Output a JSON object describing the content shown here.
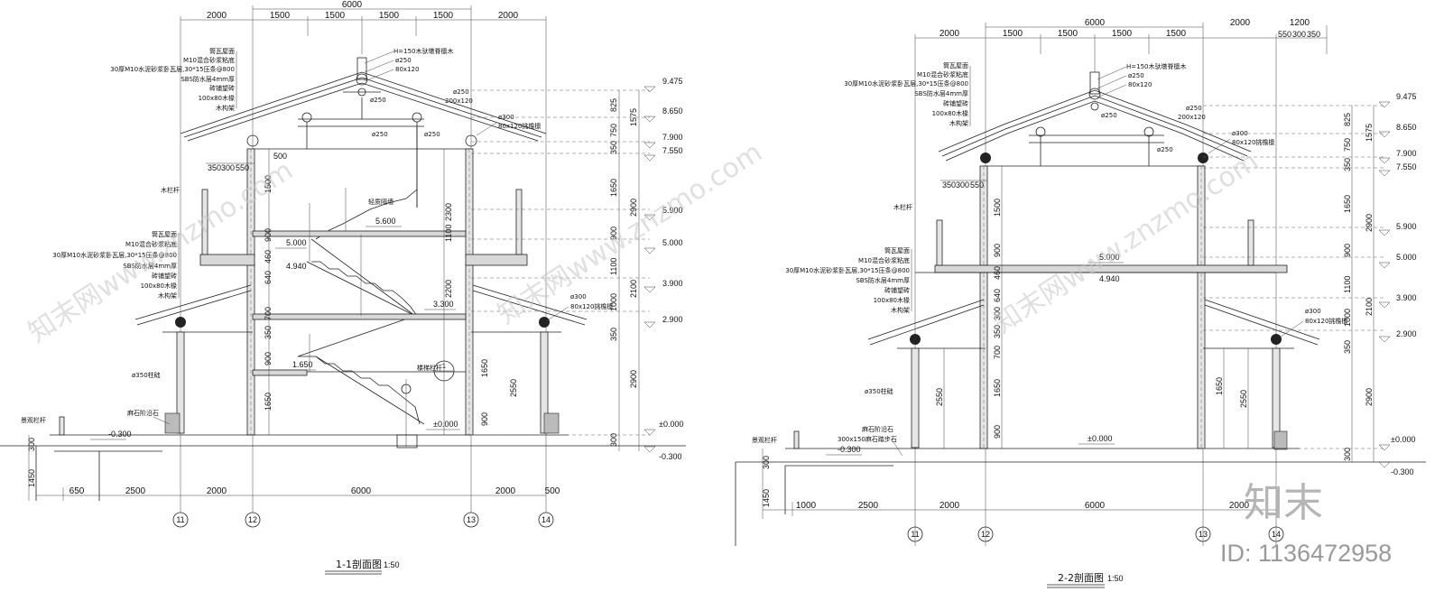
{
  "left": {
    "top_overall": "6000",
    "top_dims": [
      "2000",
      "1500",
      "1500",
      "1500",
      "1500",
      "2000"
    ],
    "roof_notes": [
      "筒瓦屋面",
      "M10混合砂浆粘底",
      "30厚M10水泥砂浆卧瓦层,30*15压条@800",
      "SBS防水层4mm厚",
      "砖铺望砖",
      "100x80木椽",
      "木构架"
    ],
    "ridge_notes": [
      "H=150木驮墩脊檩木",
      "ø250",
      "80x120"
    ],
    "mid_notes": [
      "ø250",
      "200x120",
      "ø250",
      "ø250",
      "ø250"
    ],
    "eave_notes": [
      "ø300",
      "80x120挑檐檩"
    ],
    "balcony_rail": "木栏杆",
    "floor_notes": [
      "筒瓦屋面",
      "M10混合砂浆粘底",
      "30厚M10水泥砂浆卧瓦层,30*15压条@800",
      "SBS防水层4mm厚",
      "砖铺望砖",
      "100x80木椽",
      "木构架"
    ],
    "lower_eave_notes": [
      "ø300",
      "80x120挑檐檩"
    ],
    "column_note": "ø350柱础",
    "stair_rail": "楼梯栏杆",
    "stair_wall": "轻质隔墙",
    "plinth_note": "麻石阶沿石",
    "ground_rail": "景观栏杆",
    "stair_levels": [
      "5.600",
      "5.000",
      "4.940",
      "3.300",
      "1.650",
      "±0.000"
    ],
    "left_small": [
      "350",
      "300",
      "550"
    ],
    "inner_vert": [
      "500",
      "1500",
      "900",
      "460",
      "640",
      "700",
      "350",
      "900",
      "1650"
    ],
    "stair_vert": [
      "2300",
      "1100",
      "2200",
      "1650",
      "2550",
      "900"
    ],
    "right_vert_a": [
      "825",
      "750",
      "350",
      "1650",
      "900",
      "1100",
      "1000",
      "350",
      "300"
    ],
    "right_vert_b": [
      "1575",
      "2900",
      "2100",
      "2900"
    ],
    "levels": [
      "9.475",
      "8.650",
      "7.900",
      "7.550",
      "5.900",
      "5.000",
      "3.900",
      "2.900",
      "±0.000",
      "-0.300"
    ],
    "ground_level": "-0.300",
    "left_ground_dims": [
      "300",
      "1450"
    ],
    "bottom_dims": [
      "650",
      "2500",
      "2000",
      "6000",
      "2000",
      "500"
    ],
    "axes": [
      "11",
      "12",
      "13",
      "14"
    ],
    "stair_callout": "1",
    "title": "1-1剖面图",
    "scale": "1:50"
  },
  "right": {
    "top_overall": "6000",
    "top_dims": [
      "2000",
      "1500",
      "1500",
      "1500",
      "1500",
      "2000",
      "1200"
    ],
    "top_small": [
      "550",
      "300",
      "350"
    ],
    "roof_notes": [
      "筒瓦屋面",
      "M10混合砂浆粘底",
      "30厚M10水泥砂浆卧瓦层,30*15压条@800",
      "SBS防水层4mm厚",
      "砖铺望砖",
      "100x80木椽",
      "木构架"
    ],
    "ridge_notes": [
      "H=150木驮墩脊檩木",
      "ø250",
      "80x120"
    ],
    "mid_notes": [
      "ø250",
      "200x120",
      "ø250",
      "ø250"
    ],
    "eave_notes": [
      "ø300",
      "80x120挑檐檩"
    ],
    "balcony_rail": "木栏杆",
    "floor_notes": [
      "筒瓦屋面",
      "M10混合砂浆粘底",
      "30厚M10水泥砂浆卧瓦层,30*15压条@800",
      "SBS防水层4mm厚",
      "砖铺望砖",
      "100x80木椽",
      "木构架"
    ],
    "lower_eave_notes": [
      "ø300",
      "80x120挑檐檩"
    ],
    "column_note": "ø350柱础",
    "plinth_note": "麻石阶沿石",
    "step_note": "300x150麻石踏步石",
    "ground_rail": "景观栏杆",
    "floor_levels": [
      "5.000",
      "4.940",
      "±0.000"
    ],
    "left_small": [
      "350",
      "300",
      "550"
    ],
    "inner_vert": [
      "1500",
      "900",
      "460",
      "640",
      "300",
      "350",
      "700",
      "1650",
      "900"
    ],
    "right_inner": [
      "2550",
      "1650",
      "2550"
    ],
    "right_vert_a": [
      "825",
      "750",
      "350",
      "1650",
      "900",
      "1100",
      "1000",
      "350",
      "300"
    ],
    "right_vert_b": [
      "1575",
      "2900",
      "2100",
      "2900"
    ],
    "levels": [
      "9.475",
      "8.650",
      "7.900",
      "7.550",
      "5.900",
      "5.000",
      "3.900",
      "2.900",
      "±0.000",
      "-0.300"
    ],
    "ground_level": "-0.300",
    "left_ground_dims": [
      "300",
      "1450"
    ],
    "bottom_dims": [
      "1000",
      "2500",
      "2000",
      "6000",
      "2000"
    ],
    "axes": [
      "11",
      "12",
      "13",
      "14"
    ],
    "title": "2-2剖面图",
    "scale": "1:50"
  },
  "watermark": {
    "site_text": "知末网www.znzmo.com",
    "logo_text": "知末",
    "id_text": "ID: 1136472958"
  }
}
